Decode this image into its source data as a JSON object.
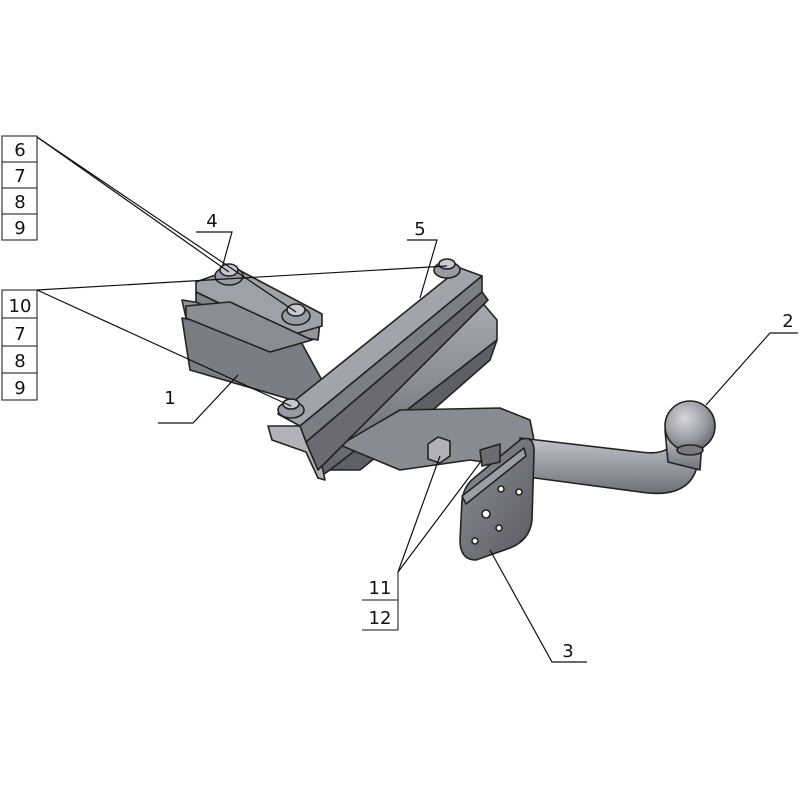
{
  "callouts": {
    "left_stack_upper": [
      "6",
      "7",
      "8",
      "9"
    ],
    "left_stack_lower": [
      "10",
      "7",
      "8",
      "9"
    ],
    "bottom_stack": [
      "11",
      "12"
    ],
    "single": {
      "part_1": "1",
      "part_2": "2",
      "part_3": "3",
      "part_4": "4",
      "part_5": "5"
    }
  },
  "colors": {
    "metal_dark": "#6e6e73",
    "metal_mid": "#8f8f95",
    "metal_light": "#b8b8bf",
    "metal_highlight": "#d9d9de",
    "ink": "#111111"
  }
}
